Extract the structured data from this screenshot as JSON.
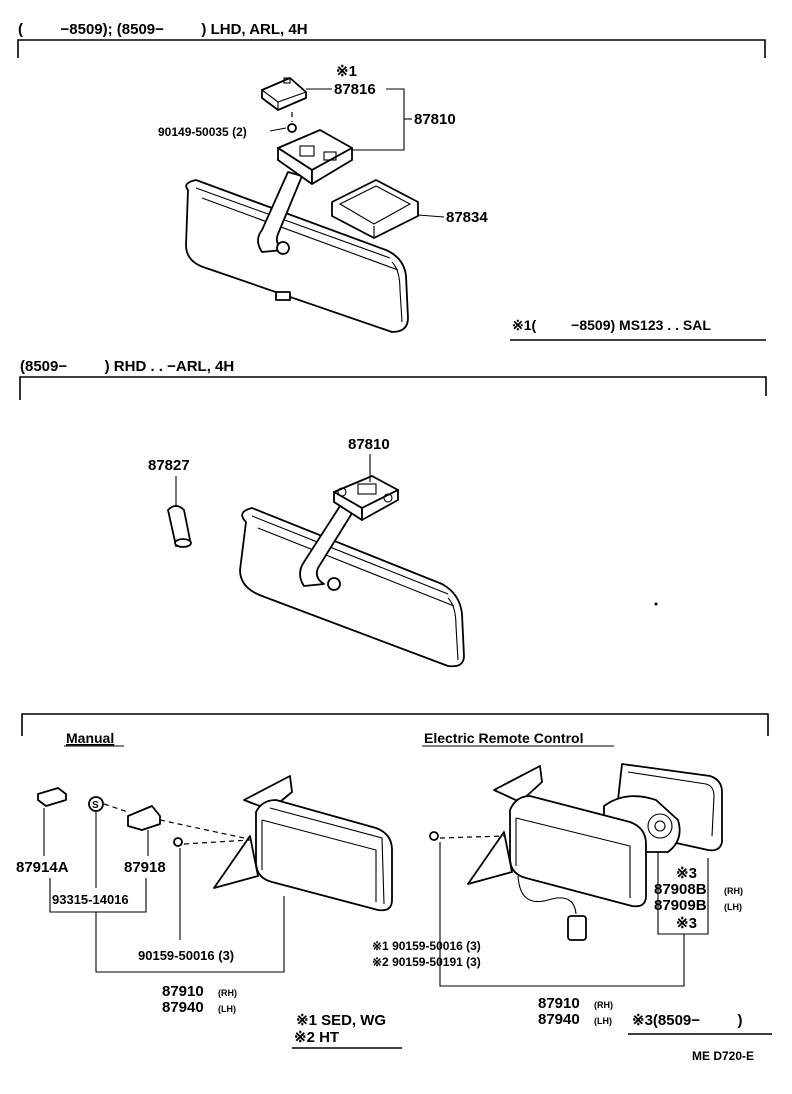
{
  "sections": {
    "lhd": {
      "header": "(          −8509); (8509−         ) LHD, ARL, 4H",
      "parts": {
        "p87816": "87816",
        "p87810": "87810",
        "p90149": "90149-50035 (2)",
        "p87834": "87834",
        "mark1": "※1"
      },
      "footnote": "※1(          −8509) MS123 . . SAL"
    },
    "rhd": {
      "header": "(8509−         ) RHD . . −ARL, 4H",
      "parts": {
        "p87827": "87827",
        "p87810": "87810"
      }
    },
    "outer": {
      "manual_title": "Manual",
      "electric_title": "Electric Remote Control",
      "manual_parts": {
        "p87914A": "87914A",
        "p87918": "87918",
        "p93315": "93315-14016",
        "p90159": "90159-50016 (3)",
        "p87910": "87910",
        "p87910_side": "(RH)",
        "p87940": "87940",
        "p87940_side": "(LH)"
      },
      "manual_notes": {
        "n1": "※1 SED, WG",
        "n2": "※2 HT"
      },
      "electric_parts": {
        "mark3a": "※3",
        "p87908B": "87908B",
        "p87908B_side": "(RH)",
        "p87909B": "87909B",
        "p87909B_side": "(LH)",
        "mark3b": "※3",
        "p90159a": "※1 90159-50016 (3)",
        "p90159b": "※2 90159-50191 (3)",
        "p87910": "87910",
        "p87910_side": "(RH)",
        "p87940": "87940",
        "p87940_side": "(LH)"
      },
      "electric_note": "※3(8509−         )"
    }
  },
  "drawing_code": "ME  D720-E"
}
